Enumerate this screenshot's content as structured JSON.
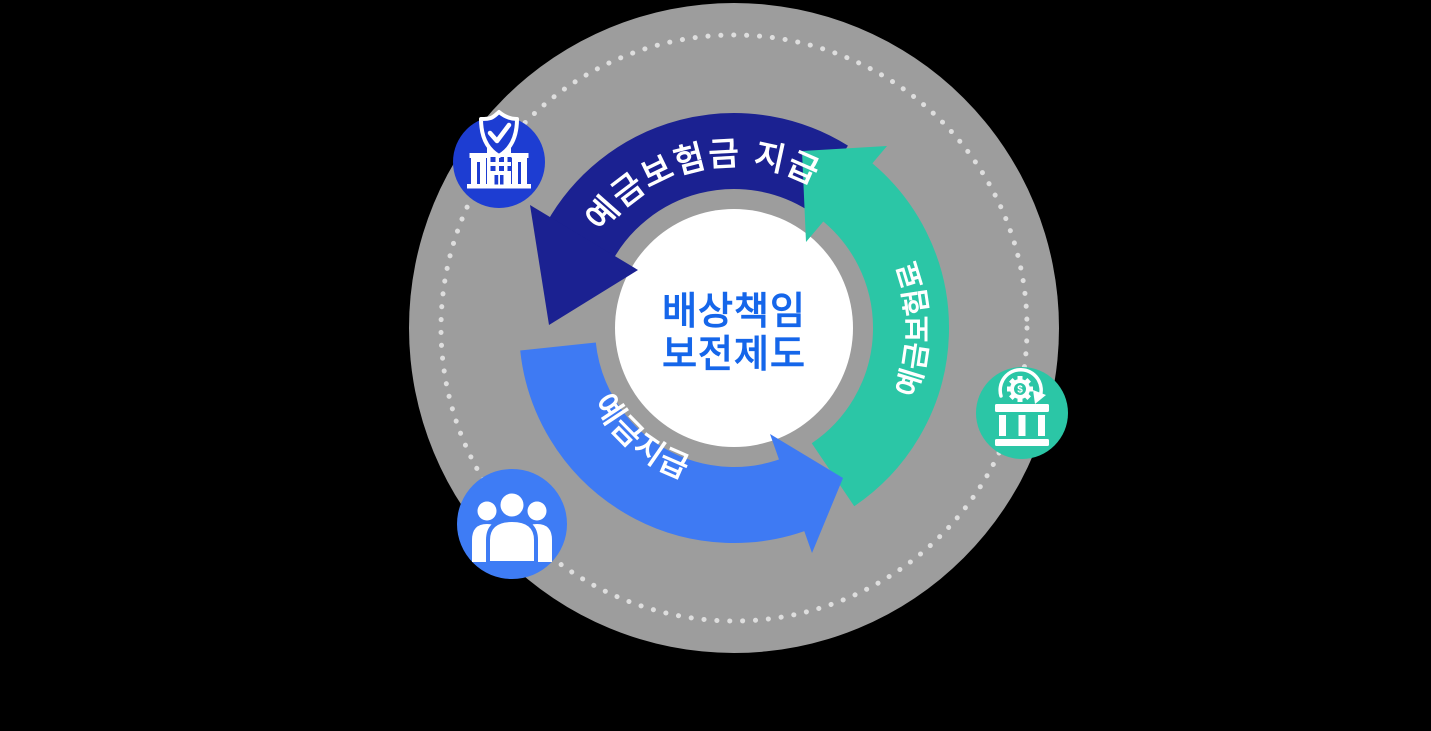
{
  "diagram": {
    "center": {
      "line1": "배상책임",
      "line2": "보전제도",
      "text_color": "#1566ea"
    },
    "arrows": {
      "top": {
        "label": "예금보험금 지급",
        "color": "#1b2191"
      },
      "right": {
        "label": "예금보험료",
        "color": "#2bc6a6"
      },
      "bottom_left": {
        "label": "예금지급",
        "color": "#3e7af3"
      }
    },
    "icons": {
      "financial_company": {
        "name": "building-shield-check-icon",
        "bg": "#1d3dd2"
      },
      "bank_gear": {
        "name": "bank-gear-money-icon",
        "bg": "#2bc6a6",
        "symbol": "$"
      },
      "people": {
        "name": "people-group-icon",
        "bg": "#3e7cf5"
      }
    },
    "colors": {
      "background": "#000000",
      "outer_circle": "#9d9d9d",
      "dotted_ring": "#dedede",
      "inner_circle": "#ffffff",
      "label_text": "#ffffff"
    }
  }
}
